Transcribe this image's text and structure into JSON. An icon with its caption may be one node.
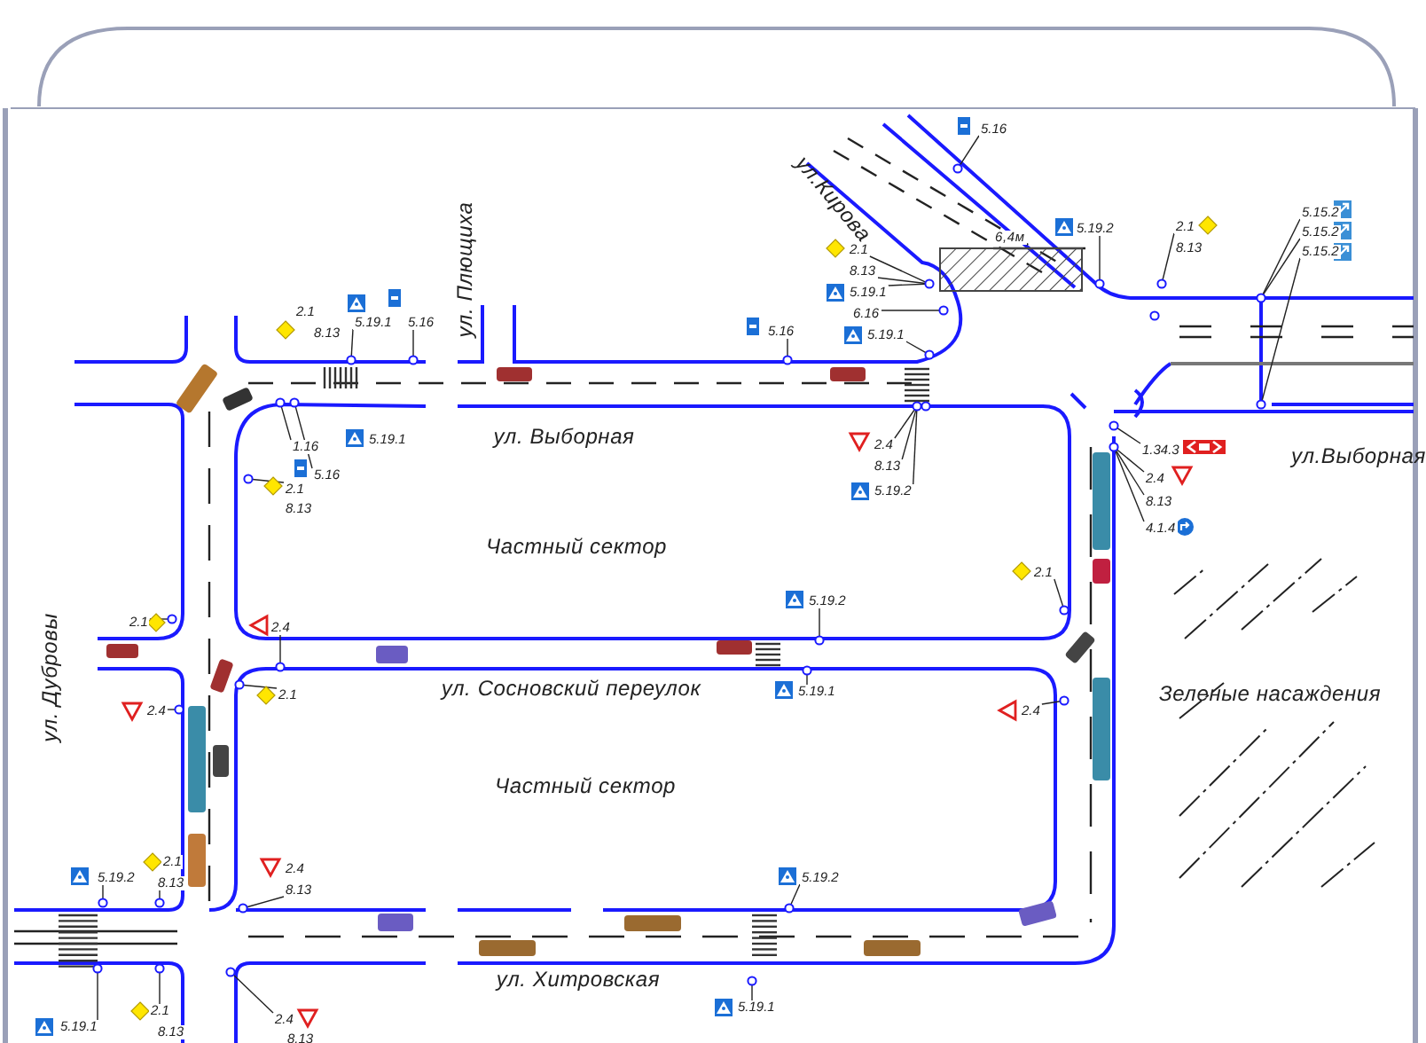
{
  "diagram": {
    "nodes": [
      {
        "text": [
          "5.16"
        ]
      },
      {
        "text": [
          "5.19.2"
        ]
      },
      {
        "text": [
          "2.1"
        ]
      },
      {
        "text": [
          "8.13"
        ]
      },
      {
        "text": [
          "5.15.2"
        ]
      },
      {
        "text": [
          "5.15.2"
        ]
      },
      {
        "text": [
          "5.15.2"
        ]
      },
      {
        "text": [
          "2.1"
        ]
      },
      {
        "text": [
          "8.13"
        ]
      },
      {
        "text": [
          "5.19.1"
        ]
      },
      {
        "text": [
          "6.16"
        ]
      },
      {
        "text": [
          "2.1"
        ]
      },
      {
        "text": [
          "8.13"
        ]
      },
      {
        "text": [
          "5.19.1"
        ]
      },
      {
        "text": [
          "5.16"
        ]
      },
      {
        "text": [
          "5.16"
        ]
      },
      {
        "text": [
          "5.19.1"
        ]
      },
      {
        "text": [
          "1.16"
        ]
      },
      {
        "text": [
          "5.19.1"
        ]
      },
      {
        "text": [
          "2.4"
        ]
      },
      {
        "text": [
          "8.13"
        ]
      },
      {
        "text": [
          "5.19.2"
        ]
      },
      {
        "text": [
          "1.34.3"
        ]
      },
      {
        "text": [
          "5.16"
        ]
      },
      {
        "text": [
          "2.1"
        ]
      },
      {
        "text": [
          "8.13"
        ]
      },
      {
        "text": [
          "2.4"
        ]
      },
      {
        "text": [
          "8.13"
        ]
      },
      {
        "text": [
          "4.1.4"
        ]
      },
      {
        "text": [
          "2.1"
        ]
      },
      {
        "text": [
          "5.19.2"
        ]
      },
      {
        "text": [
          "2.1"
        ]
      },
      {
        "text": [
          "2.4"
        ]
      },
      {
        "text": [
          "5.19.1"
        ]
      },
      {
        "text": [
          "2.4"
        ]
      },
      {
        "text": [
          "2.1"
        ]
      },
      {
        "text": [
          "2.4"
        ]
      },
      {
        "text": [
          "2.1"
        ]
      },
      {
        "text": [
          "2.4"
        ]
      },
      {
        "text": [
          "5.19.2"
        ]
      },
      {
        "text": [
          "5.19.2"
        ]
      },
      {
        "text": [
          "8.13"
        ]
      },
      {
        "text": [
          "8.13"
        ]
      },
      {
        "text": [
          "5.19.1"
        ]
      },
      {
        "text": [
          "2.1"
        ]
      },
      {
        "text": [
          "2.4"
        ]
      },
      {
        "text": [
          "5.19.1"
        ]
      },
      {
        "text": [
          "8.13"
        ]
      },
      {
        "text": [
          "8.13"
        ]
      },
      {
        "text": [],
        "shape": "circle"
      },
      {
        "text": [],
        "shape": "circle"
      },
      {
        "text": [],
        "shape": "circle"
      },
      {
        "text": [],
        "shape": "circle"
      },
      {
        "text": [],
        "shape": "circle"
      },
      {
        "text": [],
        "shape": "circle"
      },
      {
        "text": [],
        "shape": "circle"
      },
      {
        "text": [],
        "shape": "circle"
      },
      {
        "text": [],
        "shape": "circle"
      },
      {
        "text": [],
        "shape": "circle"
      },
      {
        "text": [],
        "shape": "circle"
      },
      {
        "text": [],
        "shape": "circle"
      },
      {
        "text": [],
        "shape": "circle"
      },
      {
        "text": [],
        "shape": "circle"
      },
      {
        "text": [],
        "shape": "circle"
      },
      {
        "text": [],
        "shape": "circle"
      },
      {
        "text": [],
        "shape": "circle"
      },
      {
        "text": [],
        "shape": "circle"
      },
      {
        "text": [],
        "shape": "circle"
      },
      {
        "text": [],
        "shape": "circle"
      },
      {
        "text": [],
        "shape": "circle"
      },
      {
        "text": [],
        "shape": "circle"
      },
      {
        "text": [],
        "shape": "circle"
      },
      {
        "text": [],
        "shape": "circle"
      },
      {
        "text": [],
        "shape": "circle"
      },
      {
        "text": [],
        "shape": "circle"
      },
      {
        "text": [],
        "shape": "circle"
      },
      {
        "text": [],
        "shape": "circle"
      },
      {
        "text": [],
        "shape": "circle"
      },
      {
        "text": [],
        "shape": "circle"
      },
      {
        "text": [],
        "shape": "circle"
      },
      {
        "text": [],
        "shape": "circle"
      },
      {
        "text": [],
        "shape": "circle"
      },
      {
        "text": [],
        "shape": "circle"
      },
      {
        "text": [],
        "shape": "circle"
      }
    ],
    "edges": [
      {
        "from": 0,
        "to": 80,
        "arrow": "none"
      },
      {
        "from": 1,
        "to": 58,
        "arrow": "none"
      },
      {
        "from": 2,
        "to": 59,
        "arrow": "none"
      },
      {
        "from": 4,
        "to": 60,
        "arrow": "none"
      },
      {
        "from": 5,
        "to": 60,
        "arrow": "none"
      },
      {
        "from": 6,
        "to": 61,
        "arrow": "none"
      },
      {
        "from": 7,
        "to": 56,
        "arrow": "none"
      },
      {
        "from": 8,
        "to": 56,
        "arrow": "none"
      },
      {
        "from": 9,
        "to": 56,
        "arrow": "none"
      },
      {
        "from": 10,
        "to": 57,
        "arrow": "none"
      },
      {
        "from": 13,
        "to": 49,
        "arrow": "none"
      },
      {
        "from": 14,
        "to": 50,
        "arrow": "none"
      },
      {
        "from": 15,
        "to": 54,
        "arrow": "none"
      },
      {
        "from": 16,
        "to": 81,
        "arrow": "none"
      },
      {
        "from": 17,
        "to": 51,
        "arrow": "none"
      },
      {
        "from": 19,
        "to": 55,
        "arrow": "none"
      },
      {
        "from": 20,
        "to": 55,
        "arrow": "none"
      },
      {
        "from": 21,
        "to": 55,
        "arrow": "none"
      },
      {
        "from": 22,
        "to": 62,
        "arrow": "none"
      },
      {
        "from": 23,
        "to": 52,
        "arrow": "none"
      },
      {
        "from": 24,
        "to": 53,
        "arrow": "none"
      },
      {
        "from": 26,
        "to": 63,
        "arrow": "none"
      },
      {
        "from": 27,
        "to": 63,
        "arrow": "none"
      },
      {
        "from": 28,
        "to": 63,
        "arrow": "none"
      },
      {
        "from": 29,
        "to": 70,
        "arrow": "none"
      },
      {
        "from": 30,
        "to": 77,
        "arrow": "none"
      },
      {
        "from": 31,
        "to": 64,
        "arrow": "none"
      },
      {
        "from": 32,
        "to": 65,
        "arrow": "none"
      },
      {
        "from": 33,
        "to": 66,
        "arrow": "none"
      },
      {
        "from": 34,
        "to": 68,
        "arrow": "none"
      },
      {
        "from": 35,
        "to": 67,
        "arrow": "none"
      },
      {
        "from": 36,
        "to": 69,
        "arrow": "none"
      },
      {
        "from": 39,
        "to": 71,
        "arrow": "none"
      },
      {
        "from": 40,
        "to": 78,
        "arrow": "none"
      },
      {
        "from": 41,
        "to": 72,
        "arrow": "none"
      },
      {
        "from": 42,
        "to": 73,
        "arrow": "none"
      },
      {
        "from": 43,
        "to": 79,
        "arrow": "none"
      },
      {
        "from": 44,
        "to": 75,
        "arrow": "none"
      },
      {
        "from": 45,
        "to": 76,
        "arrow": "none"
      },
      {
        "from": 46,
        "to": 74,
        "arrow": "none"
      }
    ],
    "labels": [
      "ул.Кирова",
      "6,4м",
      "ул. Плющиха",
      "ул. Выборная",
      "ул.Выборная",
      "Частный сектор",
      "ул. Дубровы",
      "ул. Сосновский переулок",
      "Зеленые насаждения",
      "Частный сектор",
      "ул. Хитровская"
    ]
  }
}
